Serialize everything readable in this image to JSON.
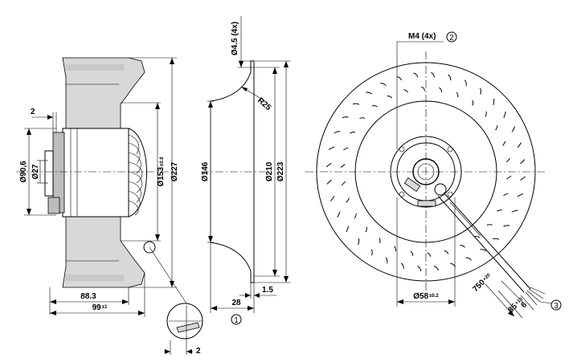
{
  "views": {
    "side": {
      "dims": {
        "d_90_6": "Ø90,6",
        "d_27": "Ø27",
        "d_153": "Ø153",
        "d_153_tol": "±0.8",
        "d_227": "Ø227",
        "w_2": "2",
        "w_88_3": "88.3",
        "w_99": "99",
        "w_99_tol": "±1"
      },
      "detail": {
        "w_2": "2"
      }
    },
    "ring": {
      "dims": {
        "hole": "Ø4.5 (4x)",
        "radius": "R25",
        "d_146": "Ø146",
        "d_210": "Ø210",
        "d_223": "Ø223",
        "w_28": "28",
        "w_1_5": "1.5"
      },
      "callout_1": "1"
    },
    "front": {
      "dims": {
        "thread": "M4 (4x)",
        "d_58": "Ø58",
        "d_58_tol": "±0.2",
        "cable_750": "750",
        "cable_750_tol": "+20",
        "wire_85": "85",
        "wire_85_tol": "+10",
        "wire_6": "6"
      },
      "callout_2": "2",
      "callout_3": "3"
    }
  }
}
